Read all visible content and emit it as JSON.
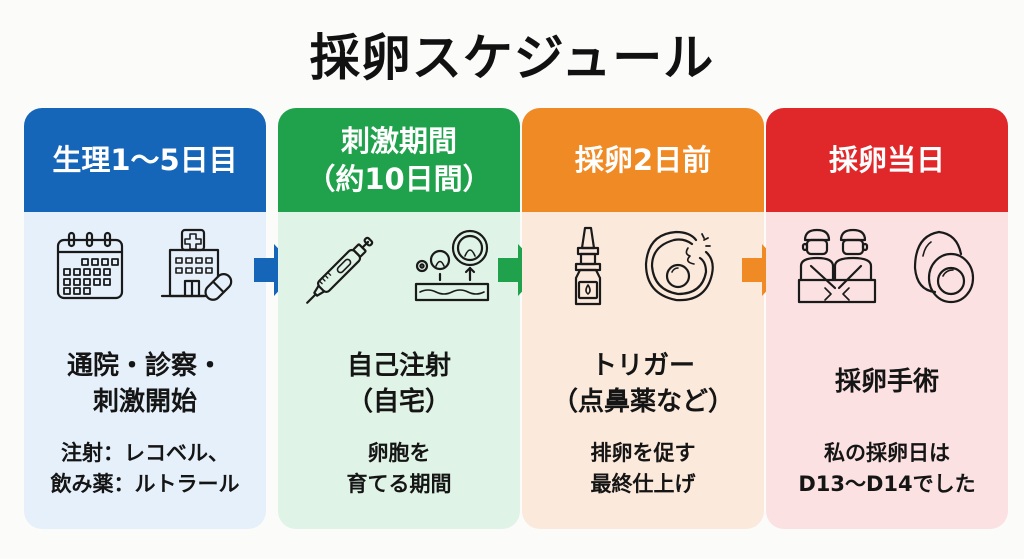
{
  "title": "採卵スケジュール",
  "colors": {
    "blue": "#1565b8",
    "blue_bg": "#e6f0fa",
    "green": "#1fa24b",
    "green_bg": "#dff3e6",
    "orange": "#ef8a24",
    "orange_bg": "#fbe9dc",
    "red": "#e0272a",
    "red_bg": "#fbe1e1"
  },
  "steps": [
    {
      "header": [
        "生理1〜5日目"
      ],
      "icons": [
        "calendar-icon",
        "hospital-pill-icon"
      ],
      "main": [
        "通院・診察・",
        "刺激開始"
      ],
      "sub": [
        "注射：レコベル、",
        "飲み薬：ルトラール"
      ]
    },
    {
      "header": [
        "刺激期間",
        "（約10日間）"
      ],
      "icons": [
        "injection-pen-icon",
        "follicle-growth-icon"
      ],
      "main": [
        "自己注射",
        "（自宅）"
      ],
      "sub": [
        "卵胞を",
        "育てる期間"
      ]
    },
    {
      "header": [
        "採卵2日前"
      ],
      "icons": [
        "nasal-spray-icon",
        "ovulation-icon"
      ],
      "main": [
        "トリガー",
        "（点鼻薬など）"
      ],
      "sub": [
        "排卵を促す",
        "最終仕上げ"
      ]
    },
    {
      "header": [
        "採卵当日"
      ],
      "icons": [
        "surgeons-icon",
        "egg-icon"
      ],
      "main": [
        "採卵手術"
      ],
      "sub": [
        "私の採卵日は",
        "D13〜D14でした"
      ]
    }
  ]
}
